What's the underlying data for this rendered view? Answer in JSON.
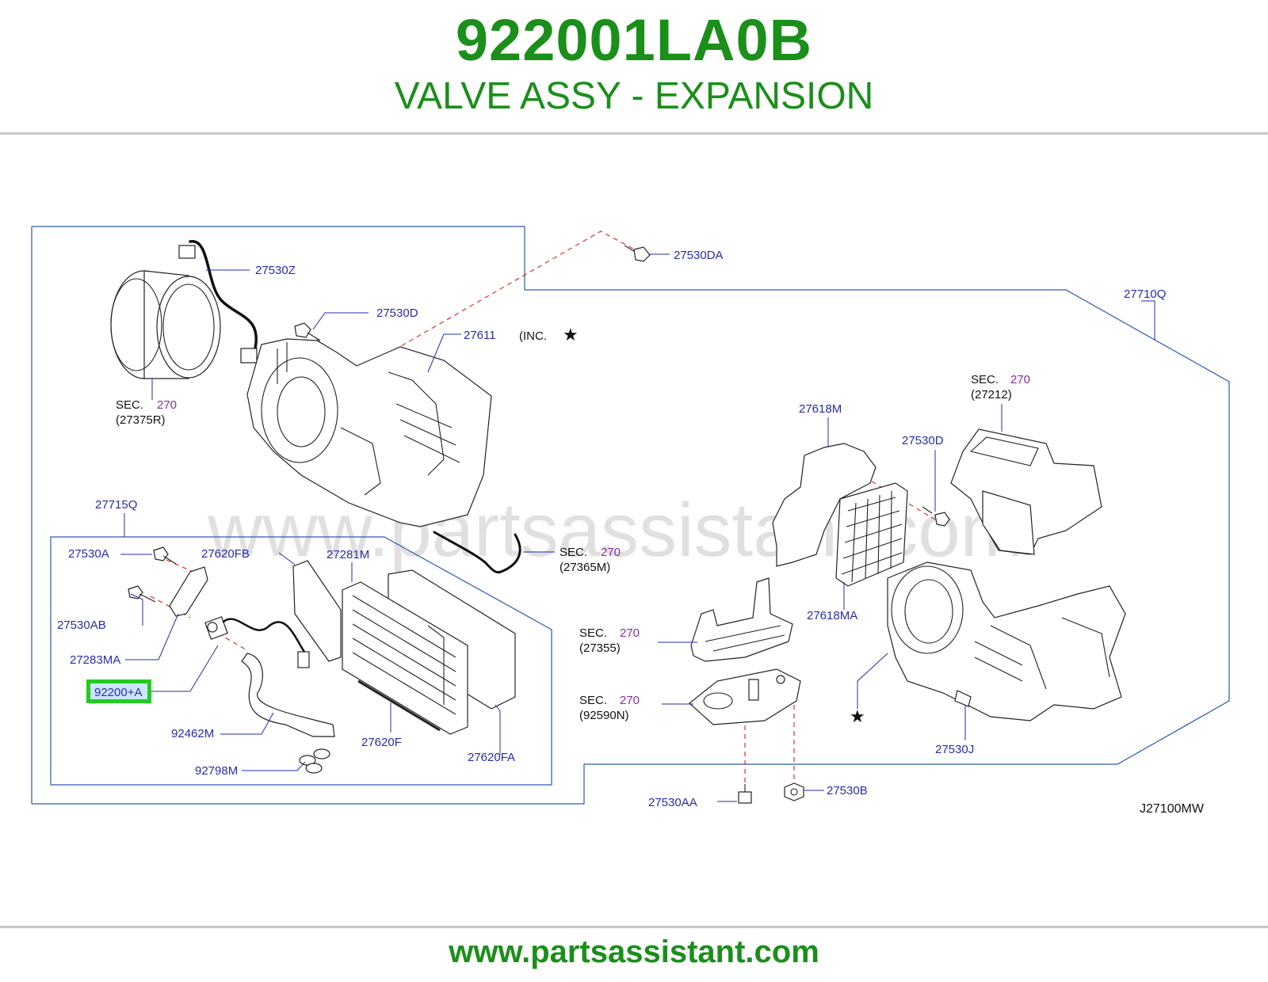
{
  "header": {
    "part_number": "922001LA0B",
    "part_name": "VALVE ASSY - EXPANSION"
  },
  "footer": {
    "url": "www.partsassistant.com"
  },
  "diagram": {
    "watermark": "www.partsassistant.com",
    "drawing_code": "J27100MW",
    "highlight_color": "#22cc22",
    "brand_color": "#1a8f1a",
    "labels": {
      "l_27530Z": "27530Z",
      "l_27530DA": "27530DA",
      "l_27530D_top": "27530D",
      "l_27611": "27611",
      "l_inc": "(INC.",
      "l_27710Q": "27710Q",
      "l_27618M": "27618M",
      "l_27530D_right": "27530D",
      "l_27715Q": "27715Q",
      "l_27530A": "27530A",
      "l_27620FB": "27620FB",
      "l_27281M": "27281M",
      "l_27530AB": "27530AB",
      "l_27283MA": "27283MA",
      "l_92200A": "92200+A",
      "l_92462M": "92462M",
      "l_92798M": "92798M",
      "l_27620F": "27620F",
      "l_27620FA": "27620FA",
      "l_27618MA": "27618MA",
      "l_27530J": "27530J",
      "l_27530AA": "27530AA",
      "l_27530B": "27530B"
    },
    "sections": {
      "s1": {
        "prefix": "SEC.",
        "num": "270",
        "ref": "(27375R)"
      },
      "s2": {
        "prefix": "SEC.",
        "num": "270",
        "ref": "(27212)"
      },
      "s3": {
        "prefix": "SEC.",
        "num": "270",
        "ref": "(27365M)"
      },
      "s4": {
        "prefix": "SEC.",
        "num": "270",
        "ref": "(27355)"
      },
      "s5": {
        "prefix": "SEC.",
        "num": "270",
        "ref": "(92590N)"
      }
    }
  }
}
